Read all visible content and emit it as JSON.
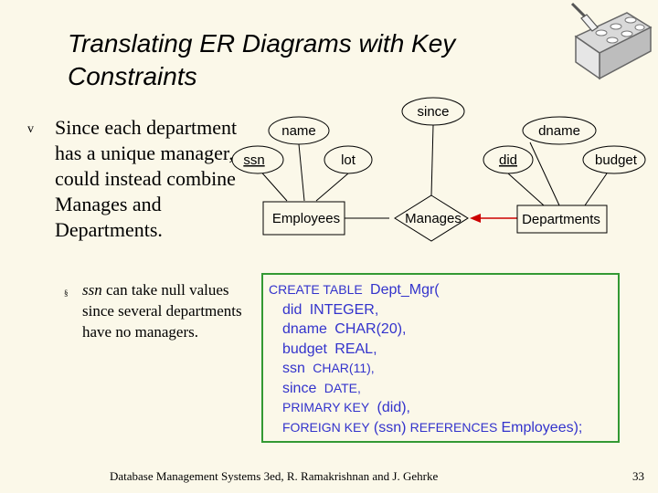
{
  "slide": {
    "title": "Translating ER Diagrams with Key Constraints",
    "bullet1": {
      "mark": "v",
      "parts": [
        "Since each department has a unique manager, we could instead combine ",
        "Manages",
        " and ",
        "Departments",
        "."
      ]
    },
    "bullet2": {
      "mark": "§",
      "ssn": "ssn",
      "rest": " can take null values since several departments have no managers."
    }
  },
  "er": {
    "attributes": [
      "name",
      "ssn",
      "lot",
      "since",
      "dname",
      "did",
      "budget"
    ],
    "entities": [
      "Employees",
      "Departments"
    ],
    "relationship": "Manages",
    "colors": {
      "arrow": "#cc0000",
      "lines": "#000000"
    }
  },
  "sql": {
    "line1": {
      "kw": "CREATE TABLE",
      "name": "Dept_Mgr("
    },
    "line2": {
      "name": "did",
      "type": "INTEGER,"
    },
    "line3": {
      "name": "dname",
      "type": "CHAR(20),"
    },
    "line4": {
      "name": "budget",
      "type": "REAL,"
    },
    "line5": {
      "name": "ssn",
      "type": "CHAR(11),"
    },
    "line6": {
      "name": "since",
      "type": "DATE,"
    },
    "line7": {
      "kw": "PRIMARY KEY",
      "cols": "(did),"
    },
    "line8": {
      "kw": "FOREIGN KEY",
      "cols": "(ssn)",
      "kw2": "REFERENCES",
      "ref": "Employees);"
    },
    "colors": {
      "text": "#3333cc",
      "border": "#339933"
    }
  },
  "footer": {
    "citation": "Database Management Systems 3ed, R. Ramakrishnan and J. Gehrke",
    "page": "33"
  }
}
